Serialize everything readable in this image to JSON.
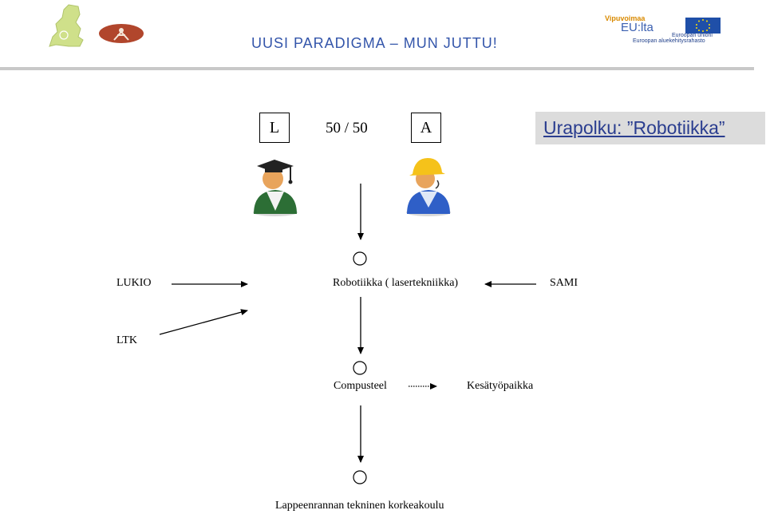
{
  "header": {
    "title": "UUSI PARADIGMA – MUN JUTTU!",
    "eu_logo_line1": "Vipuvoimaa",
    "eu_logo_line2": "EU:lta",
    "eu_logo_line3": "Euroopan unioni",
    "eu_logo_line4": "Euroopan aluekehitysrahasto"
  },
  "top": {
    "box_left": "L",
    "ratio": "50   / 50",
    "box_right": "A",
    "route_title": "Urapolku: ”Robotiikka”"
  },
  "diagram": {
    "lukio": "LUKIO",
    "ltk": "LTK",
    "robotiikka": "Robotiikka ( lasertekniikka)",
    "sami": "SAMI",
    "compusteel": "Compusteel",
    "kesatyopaikka": "Kesätyöpaikka",
    "lut": "Lappeenrannan tekninen korkeakoulu"
  },
  "colors": {
    "header_blue": "#3355aa",
    "route_text": "#2a3d8f",
    "route_bg": "#dcdcdc"
  }
}
